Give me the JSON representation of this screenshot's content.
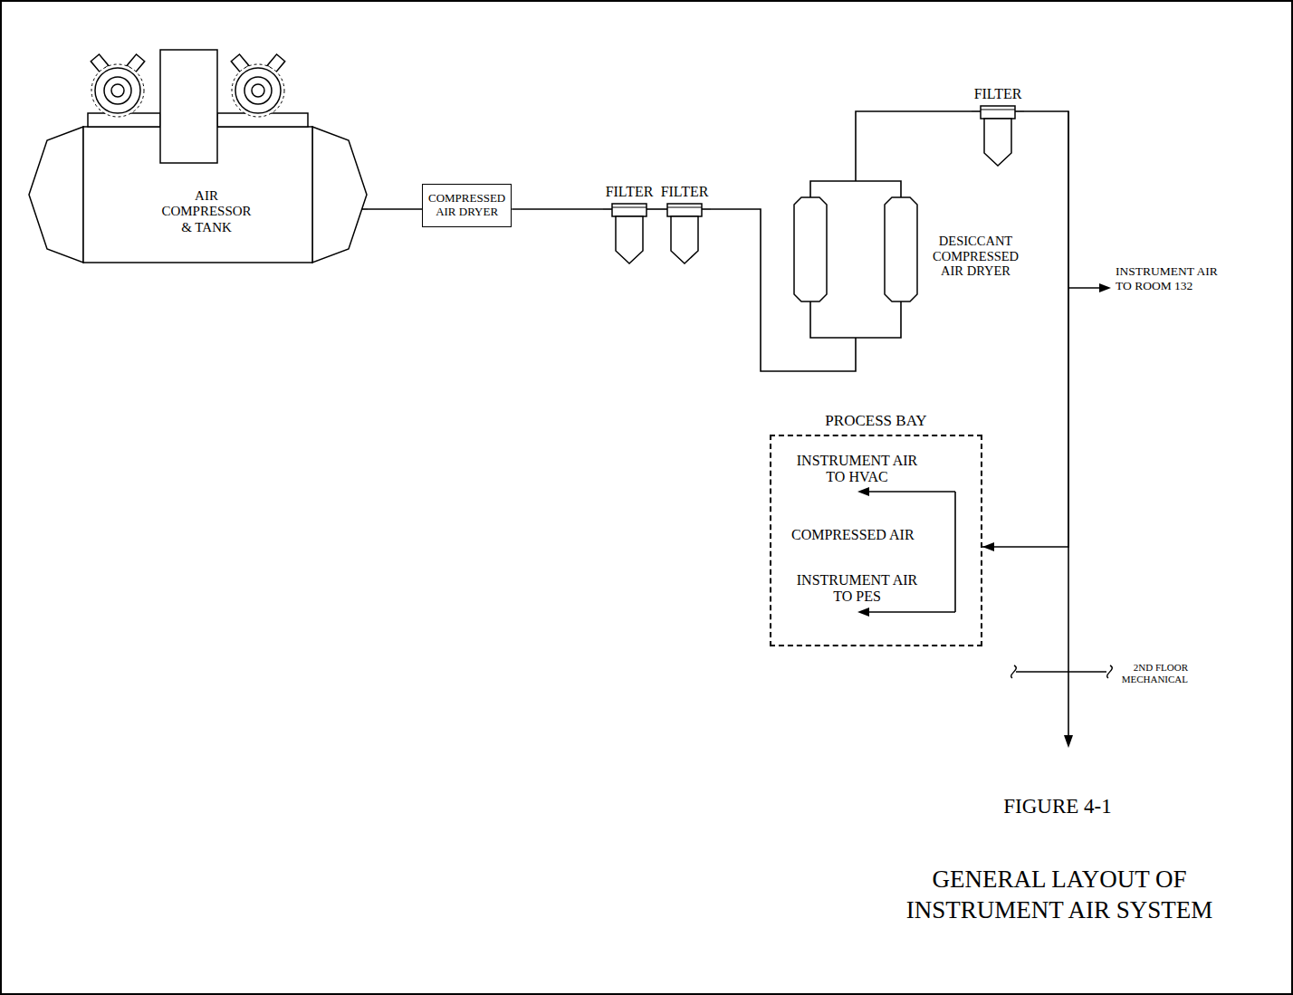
{
  "diagram": {
    "caption": "GENERAL LAYOUT OF INSTRUMENT AIR SYSTEM",
    "nodes": [
      {
        "text": [
          "AIR COMPRESSOR & TANK"
        ]
      },
      {
        "text": [
          "COMPRESSED AIR DRYER"
        ]
      },
      {
        "text": [
          "FILTER"
        ]
      },
      {
        "text": [
          "FILTER"
        ]
      },
      {
        "text": [
          "DESICCANT COMPRESSED AIR DRYER"
        ]
      },
      {
        "text": [
          "FILTER"
        ]
      },
      {
        "text": [
          "PROCESS BAY",
          "INSTRUMENT AIR TO HVAC",
          "COMPRESSED AIR",
          "INSTRUMENT AIR TO PES"
        ]
      }
    ],
    "edges": [
      {
        "from": 0,
        "to": 1,
        "arrow": "none"
      },
      {
        "from": 1,
        "to": 2,
        "arrow": "none"
      },
      {
        "from": 2,
        "to": 3,
        "arrow": "none"
      },
      {
        "from": 3,
        "to": 4,
        "arrow": "none"
      },
      {
        "from": 4,
        "to": 5,
        "arrow": "none"
      },
      {
        "from": 5,
        "to": 6,
        "arrow": "to"
      }
    ],
    "labels": [
      "INSTRUMENT AIR TO ROOM 132",
      "2ND FLOOR MECHANICAL",
      "FIGURE 4-1"
    ]
  }
}
